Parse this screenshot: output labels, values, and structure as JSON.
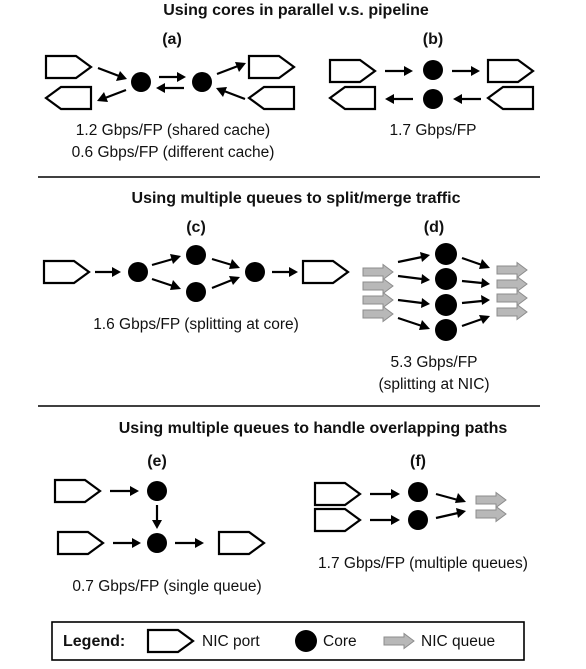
{
  "titles": {
    "section1": "Using cores in parallel v.s. pipeline",
    "section2": "Using multiple queues to split/merge traffic",
    "section3": "Using multiple queues to handle overlapping paths"
  },
  "diagrams": {
    "a": {
      "label": "(a)",
      "caption1": "1.2 Gbps/FP (shared cache)",
      "caption2": "0.6 Gbps/FP (different cache)"
    },
    "b": {
      "label": "(b)",
      "caption1": "1.7 Gbps/FP"
    },
    "c": {
      "label": "(c)",
      "caption1": "1.6 Gbps/FP (splitting at core)"
    },
    "d": {
      "label": "(d)",
      "caption1": "5.3 Gbps/FP",
      "caption2": "(splitting at NIC)"
    },
    "e": {
      "label": "(e)",
      "caption1": "0.7 Gbps/FP (single queue)"
    },
    "f": {
      "label": "(f)",
      "caption1": "1.7 Gbps/FP (multiple queues)"
    }
  },
  "legend": {
    "title": "Legend:",
    "items": [
      {
        "icon": "nic-port-icon",
        "label": "NIC port"
      },
      {
        "icon": "core-icon",
        "label": "Core"
      },
      {
        "icon": "nic-queue-icon",
        "label": "NIC queue"
      }
    ]
  },
  "colors": {
    "ink": "#000000",
    "queue_fill": "#b8b8b8",
    "background": "#ffffff"
  }
}
